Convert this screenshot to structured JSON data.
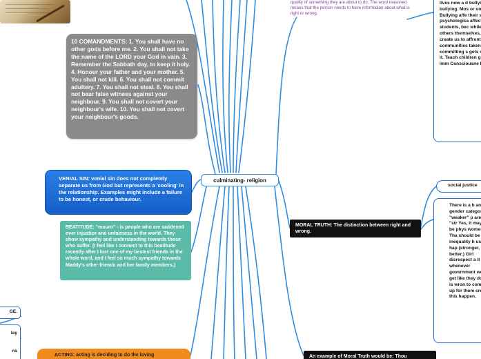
{
  "central": {
    "label": "culminating- religion"
  },
  "commandments": {
    "text": "10 COMANDMENTS: 1. You shall have no other gods before me. 2. You shall not take the name of the LORD your God in vain. 3. Remember the Sabbath day, to keep it holy. 4. Honour your father and your mother. 5. You shall not kill. 6. You shall not commit adultery. 7. You shall not steal. 8. You shall not bear false witness against your neighbour. 9. You shall not covert your neighbour's wife. 10. You shall not covert your neighbour's goods."
  },
  "venial_sin": {
    "text": "VENIAL SIN: venial sin does not completely separate us from God but represents a 'cooling' in the relationship. Examples might include a failure to be honest, or crude behaviour."
  },
  "beatitude": {
    "text": "BEATITUDE: \"mourn\" - is people who are saddened over injustice and unfairness in the world. They show sympathy and understanding towards those who suffer. (I feel like I connect to this beatitude recently after I lost one of my bestest friends in the whole word, and I feel so much sympathy towards Maddy's other friends and her family members.)"
  },
  "acting": {
    "text": "ACTING: acting is deciding to do the loving"
  },
  "moral_truth": {
    "text": "MORAL TRUTH: The distinction between right and wrong."
  },
  "moral_truth_example": {
    "text": "An example of Moral Truth would be: Thou"
  },
  "social_justice": {
    "text": "social justice"
  },
  "conscience_note": {
    "text": "quality of something they are about to do. The word reasoned means that the person needs to have information about what is right or wrong."
  },
  "bullying": {
    "text": "lives now a d bullying is ar bullying. Mos or online due Bullying affe their spiritua psychologica affects the te students, bec while they're bully others themselves, God created create us to affront to the communities taken from th committing s gets so bad t end it. Teach children gett situation imm Consciousne bullying has"
  },
  "gender_inequality": {
    "text": "There is a b and gender category. W \"weaker\" p are the \"str Yes, it may can be phys women. Tha should be tr inequality h usually hap (stronger, f better.) Girl disrespect a it whenever government women get like they do This is wron to come to a up for them create this happen."
  },
  "left_fragments": {
    "f1": "GE.",
    "f2": "lay",
    "f3": "ns"
  },
  "colors": {
    "connector": "#2f8de1",
    "gray_node": "#8a8a8c",
    "blue_node": "#1e6fd9",
    "teal_node": "#5cbba8",
    "orange_node": "#f08a1c",
    "dark_node": "#111111",
    "note_text": "#7f3da0"
  },
  "icons": {
    "image": "paper-and-pen-photo"
  }
}
